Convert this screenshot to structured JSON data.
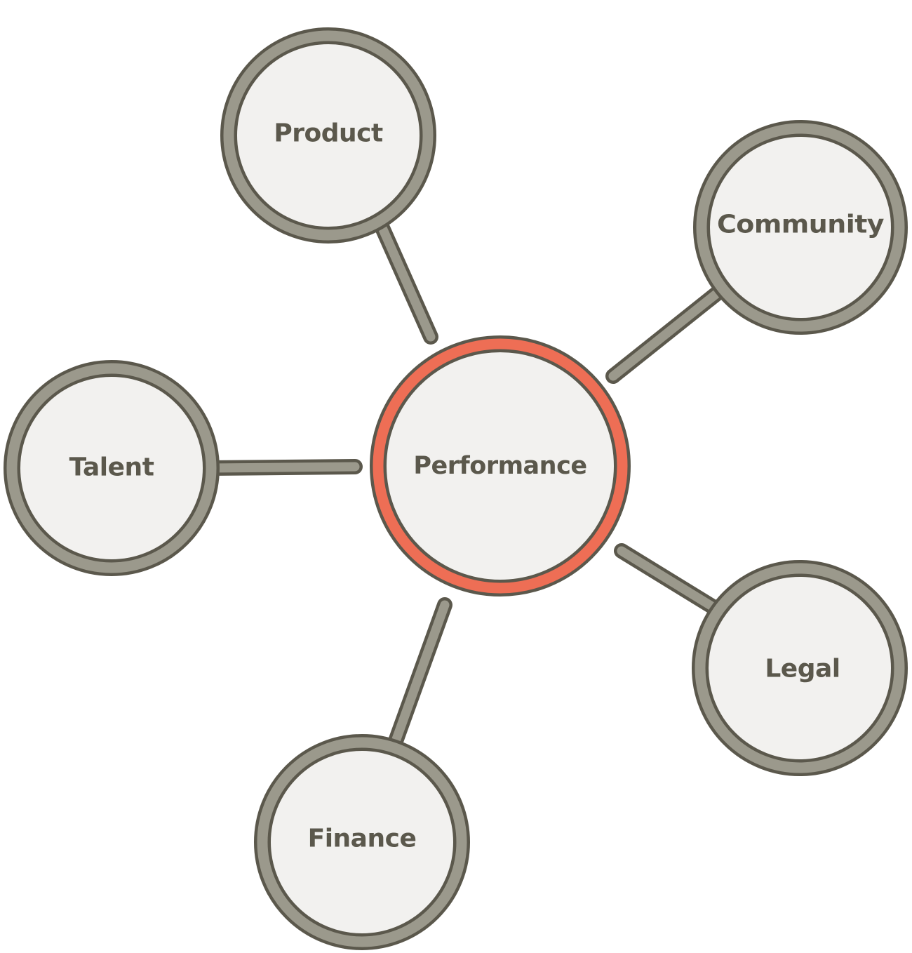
{
  "diagram": {
    "center": {
      "label": "Performance"
    },
    "nodes": [
      {
        "id": "product",
        "label": "Product"
      },
      {
        "id": "community",
        "label": "Community"
      },
      {
        "id": "talent",
        "label": "Talent"
      },
      {
        "id": "legal",
        "label": "Legal"
      },
      {
        "id": "finance",
        "label": "Finance"
      }
    ]
  },
  "colors": {
    "outline": "#5b584c",
    "ring": "#9b998c",
    "center_ring": "#ee6e55",
    "fill": "#f2f1ef",
    "text": "#5b584c",
    "background": "#ffffff"
  }
}
